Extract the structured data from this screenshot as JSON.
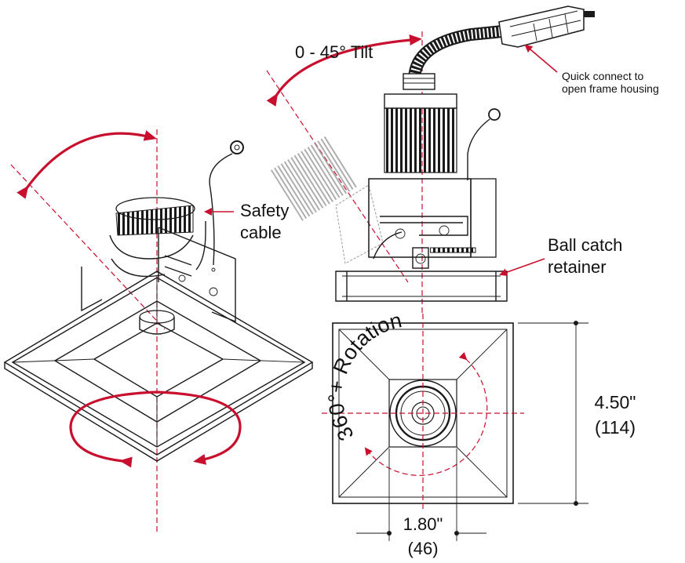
{
  "colors": {
    "accent": "#c8102e",
    "line": "#1a1a1a"
  },
  "labels": {
    "tilt": "0 - 45° Tilt",
    "quick_connect_line1": "Quick connect to",
    "quick_connect_line2": "open frame housing",
    "safety_cable_line1": "Safety",
    "safety_cable_line2": "cable",
    "ball_catch_line1": "Ball catch",
    "ball_catch_line2": "retainer",
    "rotation": "360°+ Rotation",
    "height_in": "4.50\"",
    "height_mm": "(114)",
    "aperture_in": "1.80\"",
    "aperture_mm": "(46)"
  }
}
